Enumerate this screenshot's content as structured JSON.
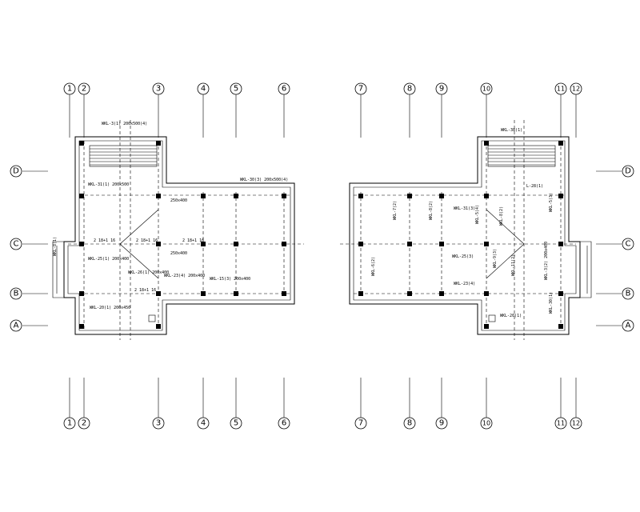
{
  "axes": {
    "left": {
      "vertical": [
        "1",
        "2",
        "3",
        "4",
        "5",
        "6"
      ],
      "horizontal": [
        "D",
        "C",
        "B",
        "A"
      ]
    },
    "right": {
      "vertical": [
        "7",
        "8",
        "9",
        "10",
        "11",
        "12"
      ],
      "horizontal": [
        "D",
        "C",
        "B",
        "A"
      ]
    }
  },
  "left_labels": {
    "wkl3": "WKL-3(1) 200x500(4)",
    "wkl3b": "WKL-30(3) 200x500(4)",
    "wkl31": "WKL-31(1) 200x500",
    "wkl15": "WKL-15(3) 200x400",
    "wkl23": "WKL-23(4) 200x400",
    "wkl20": "WKL-20(1) 200x450",
    "wkl8": "WKL-8(1)",
    "wkl25": "WKL-25(1) 200x400",
    "wkl26": "WKL-26(1) 200x400",
    "bar1": "2 18+1 16",
    "bar2": "2 18+1 16",
    "bar3": "2 18+1 16",
    "bar4": "2 18+1 16",
    "dim1": "250x400",
    "dim2": "250x400"
  },
  "right_labels": {
    "wkl38": "WKL-38(1)",
    "wkl28": "L-28(1)",
    "wkl7": "WKL-7(2)",
    "wkl8": "WKL-8(2)",
    "wkl31": "WKL-31(3)",
    "wkl5": "WKL-5(4)",
    "wkl25": "WKL-25(3)",
    "wkl23": "WKL-23(4)",
    "wkl6": "WKL-6(2)",
    "wkl9": "WKL-9(3)",
    "wkl11": "WKL-11(2)",
    "wkl20": "WKL-20(1)",
    "wkl30": "WKL-30(1)",
    "wkl53": "WKL-5(3)",
    "wkl82": "WKL-8(2)",
    "wkl32": "WKL-3(2) 200x400"
  }
}
